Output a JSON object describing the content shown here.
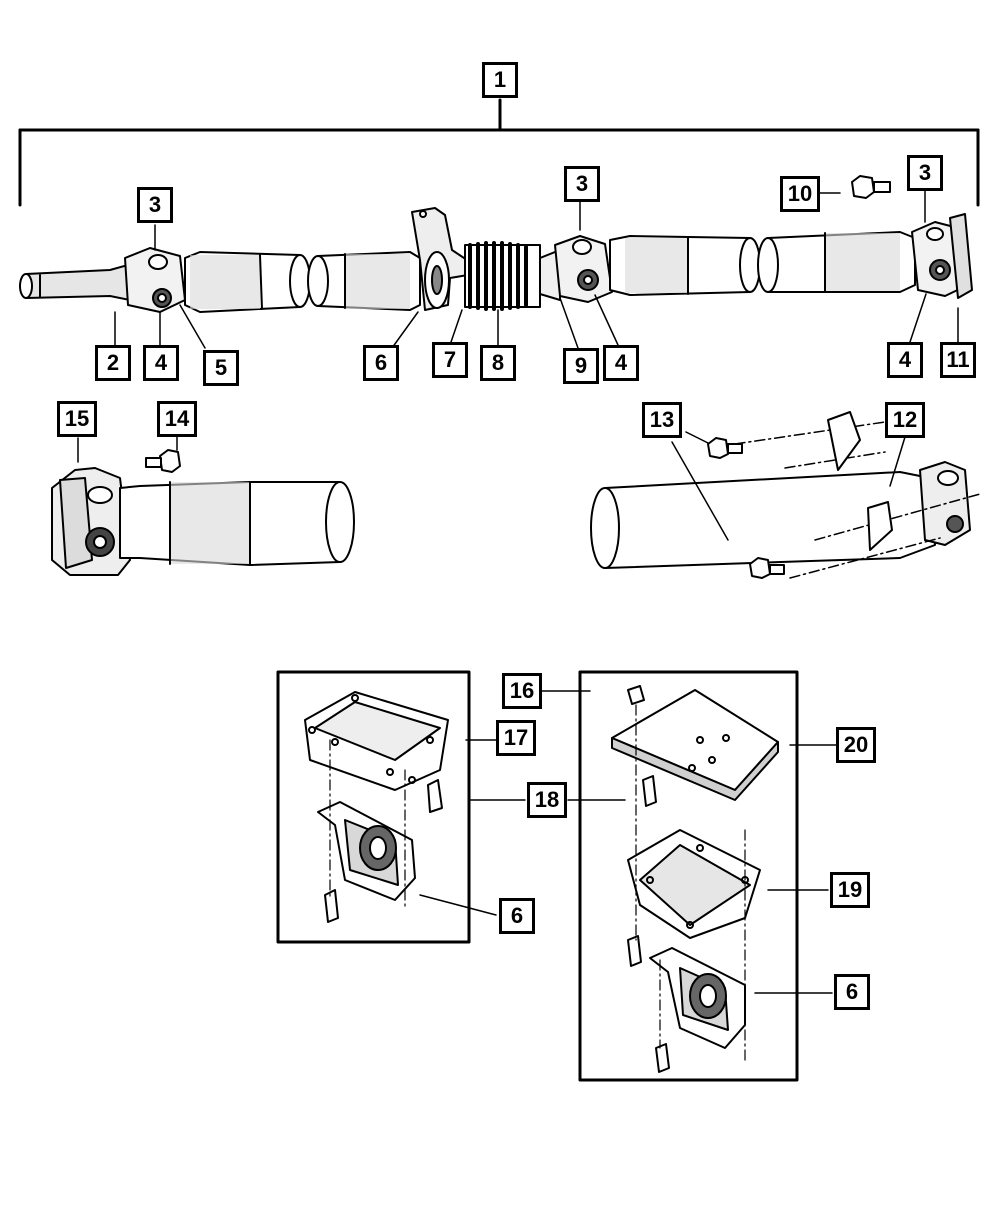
{
  "callouts": {
    "c1": "1",
    "c2": "2",
    "c3a": "3",
    "c3b": "3",
    "c3c": "3",
    "c4a": "4",
    "c4b": "4",
    "c4c": "4",
    "c5": "5",
    "c6a": "6",
    "c6b": "6",
    "c6c": "6",
    "c7": "7",
    "c8": "8",
    "c9": "9",
    "c10": "10",
    "c11": "11",
    "c12": "12",
    "c13": "13",
    "c14": "14",
    "c15": "15",
    "c16": "16",
    "c17": "17",
    "c18": "18",
    "c19": "19",
    "c20": "20"
  },
  "colors": {
    "line": "#000000",
    "shade": "#d8d8d8",
    "background": "#ffffff"
  }
}
